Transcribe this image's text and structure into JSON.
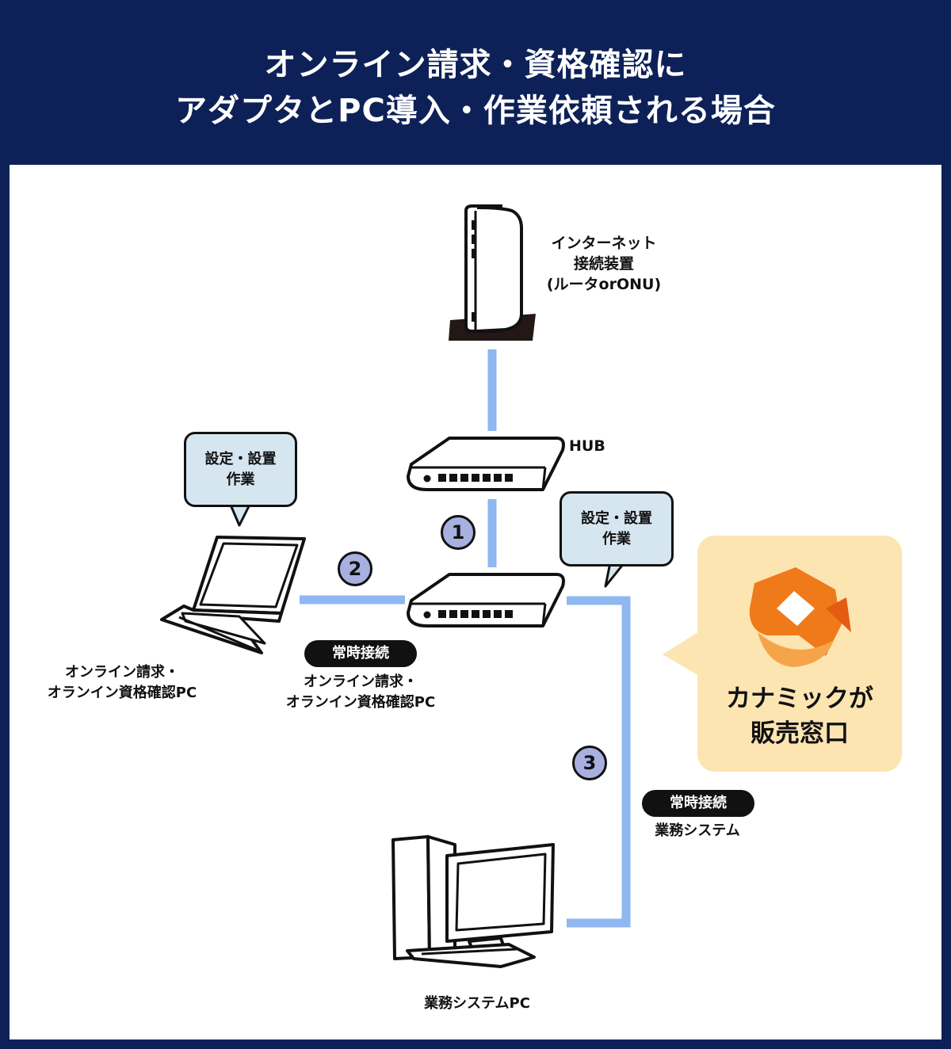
{
  "header": {
    "title_line1": "オンライン請求・資格確認に",
    "title_line2": "アダプタとPC導入・作業依頼される場合"
  },
  "labels": {
    "router": [
      "インターネット",
      "接続装置",
      "(ルータorONU)"
    ],
    "hub": "HUB",
    "laptop_pc": [
      "オンライン請求・",
      "オランイン資格確認PC"
    ],
    "adapter_badge": "常時接続",
    "adapter_label": [
      "オンライン請求・",
      "オランイン資格確認PC"
    ],
    "system_badge": "常時接続",
    "system_label": "業務システム",
    "desktop_pc": "業務システムPC"
  },
  "bubbles": {
    "left": [
      "設定・設置",
      "作業"
    ],
    "right": [
      "設定・設置",
      "作業"
    ]
  },
  "steps": [
    "1",
    "2",
    "3"
  ],
  "vendor": {
    "line1": "カナミックが",
    "line2": "販売窓口"
  },
  "colors": {
    "header_bg": "#0d2158",
    "line": "#8fb7f0",
    "bubble_bg": "#d6e6f0",
    "step_circle": "#a8b0e0",
    "vendor_bg": "#fde5b2",
    "logo_orange": "#ee7a1a"
  }
}
